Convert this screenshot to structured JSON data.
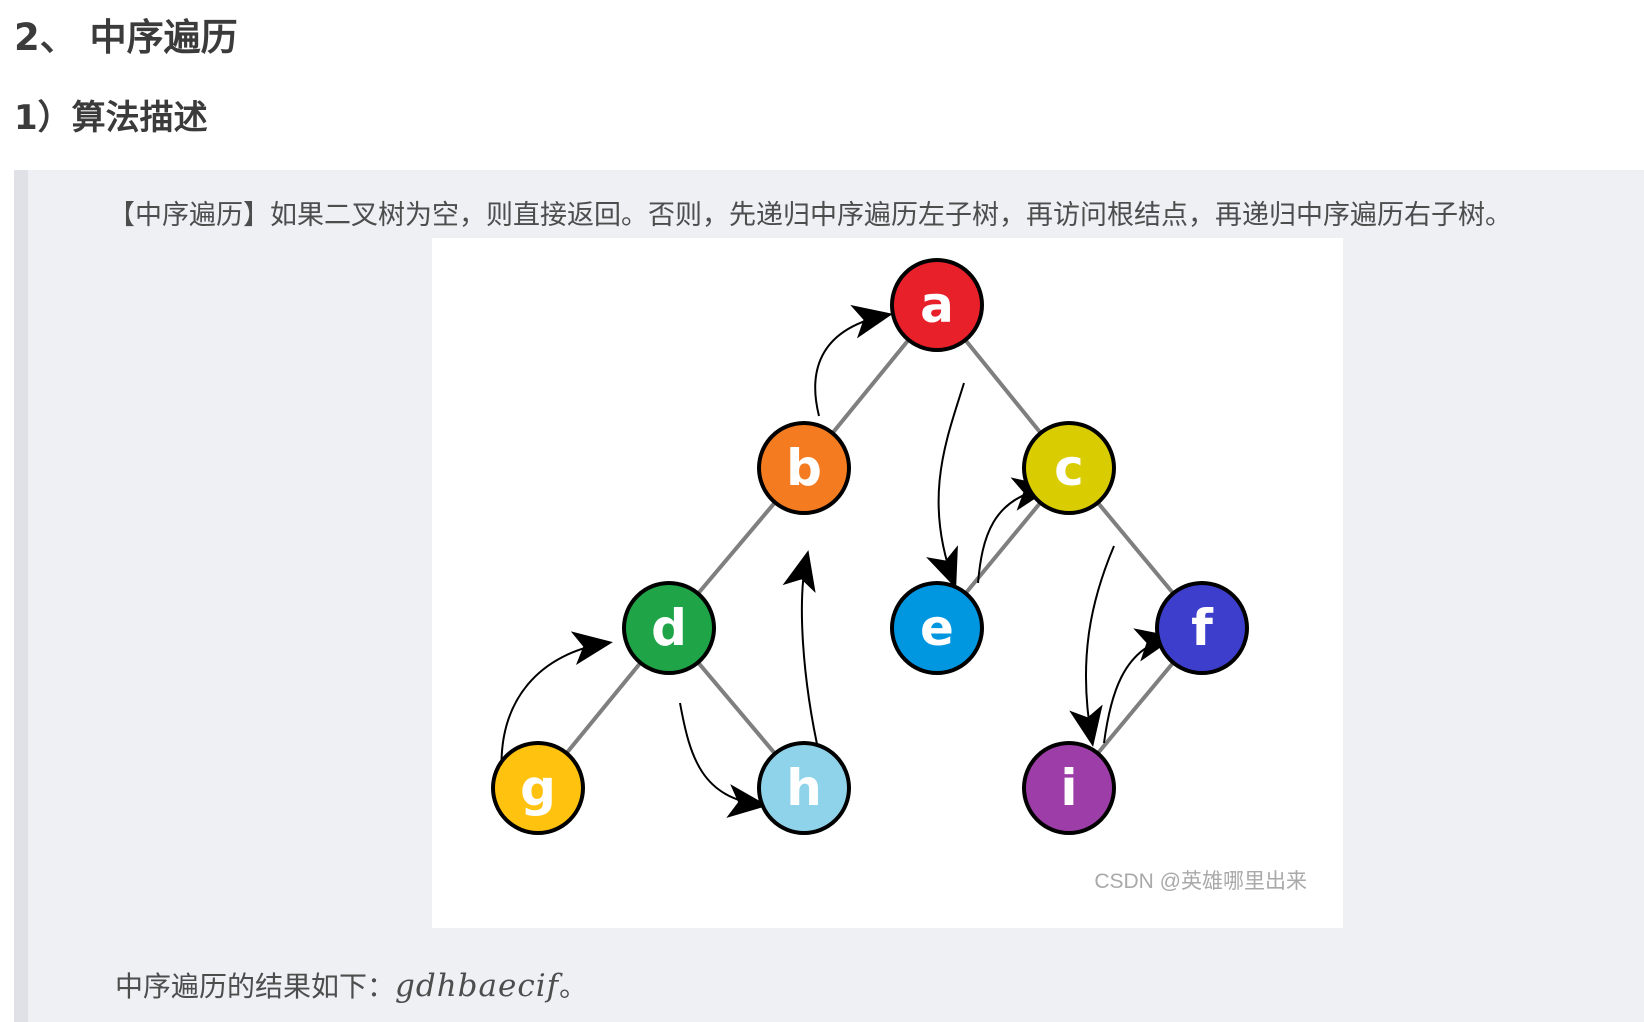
{
  "section": {
    "heading": "2、 中序遍历",
    "subheading": "1）算法描述"
  },
  "description": "【中序遍历】如果二叉树为空，则直接返回。否则，先递归中序遍历左子树，再访问根结点，再递归中序遍历右子树。",
  "figure": {
    "watermark": "CSDN @英雄哪里出来",
    "nodes": [
      {
        "id": "a",
        "label": "a",
        "color": "#e8202a"
      },
      {
        "id": "b",
        "label": "b",
        "color": "#f47b20"
      },
      {
        "id": "c",
        "label": "c",
        "color": "#d9cc00"
      },
      {
        "id": "d",
        "label": "d",
        "color": "#1fa447"
      },
      {
        "id": "e",
        "label": "e",
        "color": "#0096e0"
      },
      {
        "id": "f",
        "label": "f",
        "color": "#3d3ecc"
      },
      {
        "id": "g",
        "label": "g",
        "color": "#ffc20e"
      },
      {
        "id": "h",
        "label": "h",
        "color": "#8fd3ea"
      },
      {
        "id": "i",
        "label": "i",
        "color": "#9d3ea8"
      }
    ],
    "edges": [
      [
        "a",
        "b"
      ],
      [
        "a",
        "c"
      ],
      [
        "b",
        "d"
      ],
      [
        "c",
        "e"
      ],
      [
        "c",
        "f"
      ],
      [
        "d",
        "g"
      ],
      [
        "d",
        "h"
      ],
      [
        "f",
        "i"
      ]
    ]
  },
  "result": {
    "prefix": "中序遍历的结果如下：",
    "sequence": "gdhbaecif",
    "suffix": "。"
  }
}
